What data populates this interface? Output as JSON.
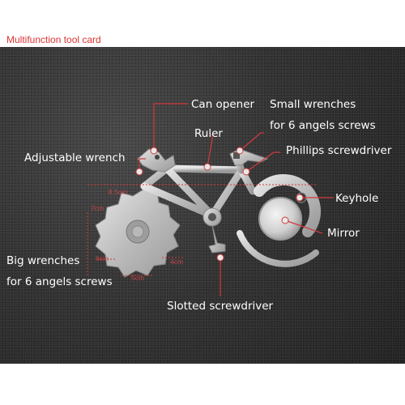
{
  "title": "Multifunction tool card",
  "labels": {
    "can_opener": "Can opener",
    "small_wrenches_1": "Small wrenches",
    "small_wrenches_2": "for 6 angels screws",
    "ruler": "Ruler",
    "phillips": "Phillips screwdriver",
    "adjustable_wrench": "Adjustable wrench",
    "keyhole": "Keyhole",
    "mirror": "Mirror",
    "big_wrenches_1": "Big wrenches",
    "big_wrenches_2": "for 6 angels screws",
    "slotted": "Slotted screwdriver"
  },
  "measurements": {
    "m85": "8.5cm",
    "m7": "7cm",
    "m6": "6cm",
    "m5": "5cm",
    "m4": "4cm"
  },
  "colors": {
    "accent": "#d33a3a",
    "label_text": "#ffffff",
    "background": "#2e2e2e",
    "tool_metal": "#c9c9c9"
  }
}
